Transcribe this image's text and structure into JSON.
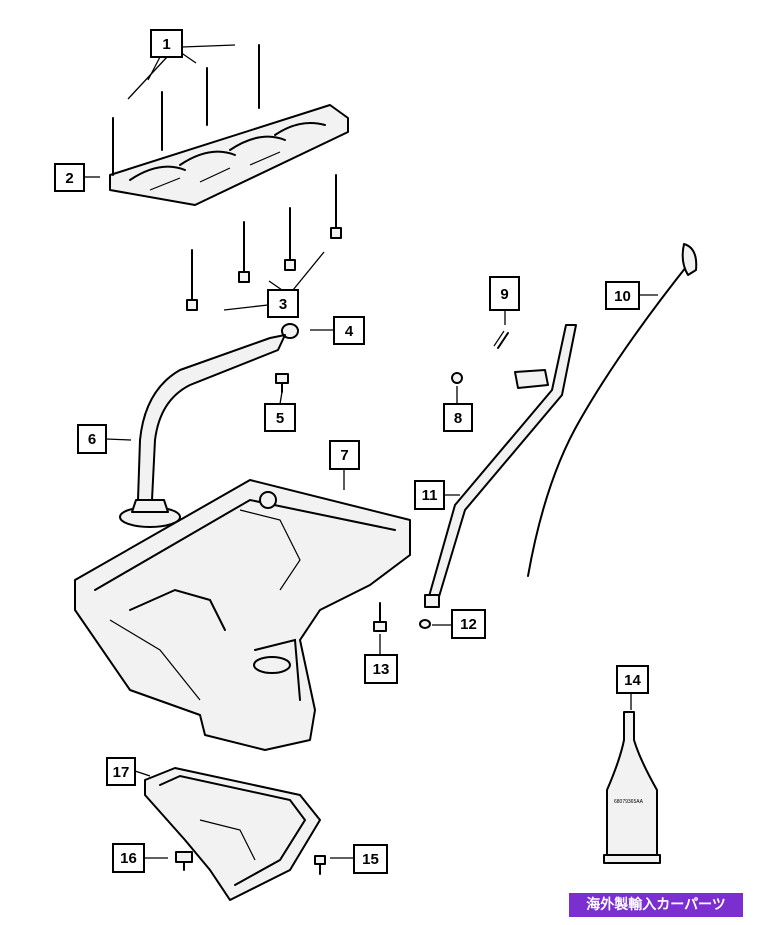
{
  "callouts": [
    {
      "id": "1",
      "label": "1"
    },
    {
      "id": "2",
      "label": "2"
    },
    {
      "id": "3",
      "label": "3"
    },
    {
      "id": "4",
      "label": "4"
    },
    {
      "id": "5",
      "label": "5"
    },
    {
      "id": "6",
      "label": "6"
    },
    {
      "id": "7",
      "label": "7"
    },
    {
      "id": "8",
      "label": "8"
    },
    {
      "id": "9",
      "label": "9"
    },
    {
      "id": "10",
      "label": "10"
    },
    {
      "id": "11",
      "label": "11"
    },
    {
      "id": "12",
      "label": "12"
    },
    {
      "id": "13",
      "label": "13"
    },
    {
      "id": "14",
      "label": "14"
    },
    {
      "id": "15",
      "label": "15"
    },
    {
      "id": "16",
      "label": "16"
    },
    {
      "id": "17",
      "label": "17"
    }
  ],
  "tube_text": "68079365AA",
  "watermark": "海外製輸入カーパーツ",
  "colors": {
    "ink": "#000000",
    "paper": "#ffffff",
    "watermark_bg": "#7b2fd0"
  }
}
